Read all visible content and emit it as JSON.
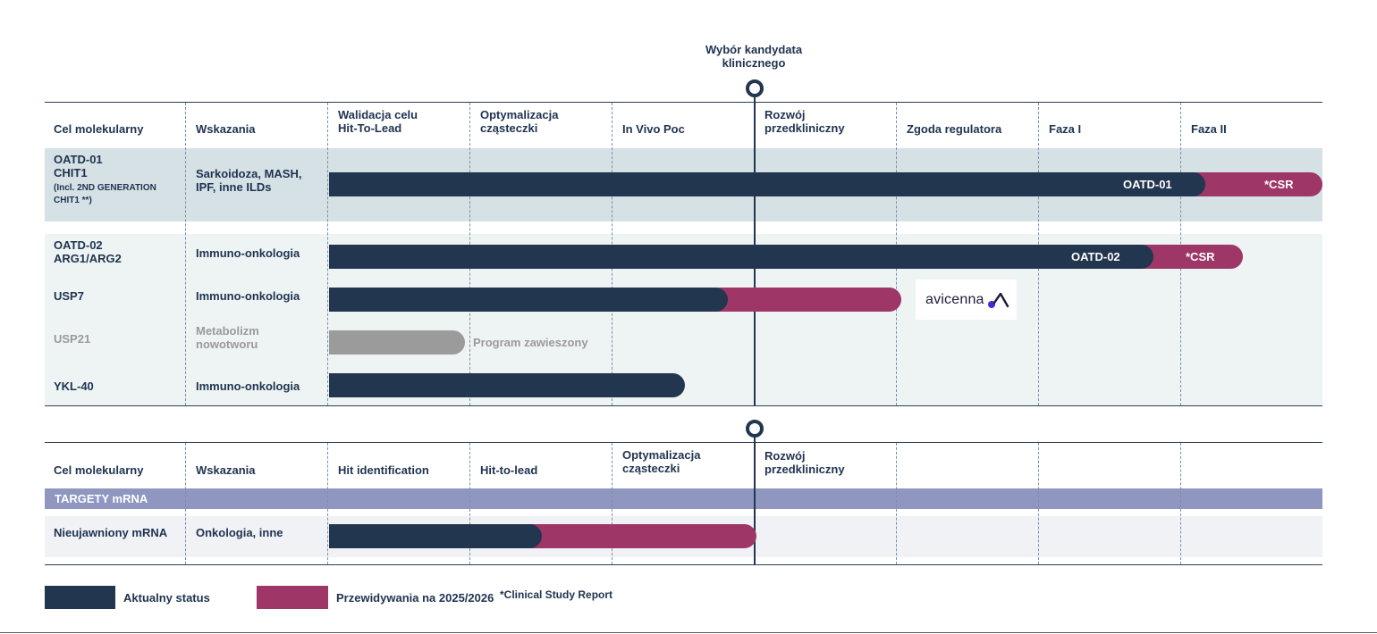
{
  "milestone": {
    "label_line1": "Wybór kandydata",
    "label_line2": "klinicznego"
  },
  "top_table": {
    "headers": [
      {
        "l1": "Cel molekularny",
        "l2": ""
      },
      {
        "l1": "Wskazania",
        "l2": ""
      },
      {
        "l1": "Walidacja celu",
        "l2": "Hit-To-Lead"
      },
      {
        "l1": "Optymalizacja",
        "l2": "cząsteczki"
      },
      {
        "l1": "In Vivo Poc",
        "l2": ""
      },
      {
        "l1": "Rozwój",
        "l2": "przedkliniczny"
      },
      {
        "l1": "Zgoda regulatora",
        "l2": ""
      },
      {
        "l1": "Faza I",
        "l2": ""
      },
      {
        "l1": "Faza II",
        "l2": ""
      }
    ],
    "rows": [
      {
        "target_l1": "OATD-01",
        "target_l2": "CHIT1",
        "target_note_l1": "(Incl. 2ND GENERATION",
        "target_note_l2": "CHIT1 **)",
        "indication_l1": "Sarkoidoza, MASH,",
        "indication_l2": "IPF, inne ILDs",
        "bar_label": "OATD-01",
        "projection_label": "*CSR"
      },
      {
        "target_l1": "OATD-02",
        "target_l2": "ARG1/ARG2",
        "indication_l1": "Immuno-onkologia",
        "bar_label": "OATD-02",
        "projection_label": "*CSR"
      },
      {
        "target_l1": "USP7",
        "indication_l1": "Immuno-onkologia",
        "partner_logo_text": "avicenna"
      },
      {
        "target_l1": "USP21",
        "indication_l1": "Metabolizm",
        "indication_l2": "nowotworu",
        "status_text": "Program zawieszony"
      },
      {
        "target_l1": "YKL-40",
        "indication_l1": "Immuno-onkologia"
      }
    ]
  },
  "bottom_table": {
    "headers": [
      {
        "l1": "Cel molekularny",
        "l2": ""
      },
      {
        "l1": "Wskazania",
        "l2": ""
      },
      {
        "l1": "Hit identification",
        "l2": ""
      },
      {
        "l1": "Hit-to-lead",
        "l2": ""
      },
      {
        "l1": "Optymalizacja",
        "l2": "cząsteczki"
      },
      {
        "l1": "Rozwój",
        "l2": "przedkliniczny"
      }
    ],
    "section_label": "TARGETY mRNA",
    "rows": [
      {
        "target_l1": "Nieujawniony mRNA",
        "indication_l1": "Onkologia, inne"
      }
    ]
  },
  "legend": {
    "current_label": "Aktualny status",
    "projection_label": "Przewidywania na 2025/2026",
    "footnote": "*Clinical Study Report"
  },
  "colors": {
    "navy": "#233650",
    "plum": "#9e3668",
    "grey": "#9b9b9b",
    "band_blue": "#d5e1e5",
    "band_light": "#eef4f4",
    "band_lavender": "#8f97c1",
    "band_grey": "#f1f2f5"
  }
}
